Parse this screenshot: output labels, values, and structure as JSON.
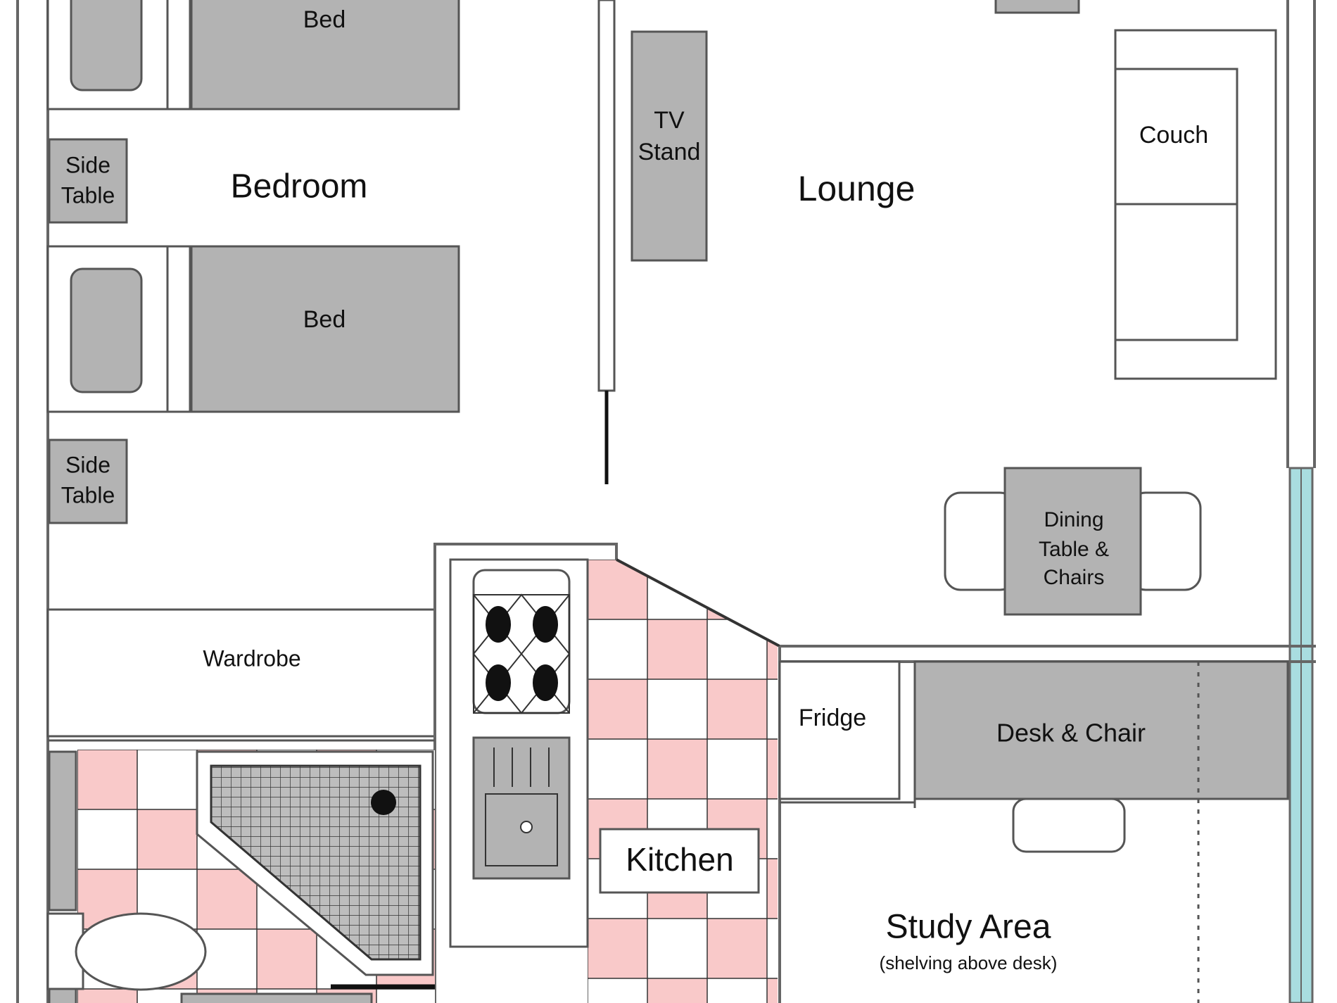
{
  "rooms": {
    "bedroom": "Bedroom",
    "lounge": "Lounge",
    "kitchen": "Kitchen",
    "study": "Study Area",
    "study_note": "(shelving above desk)"
  },
  "furniture": {
    "bed_top": "Bed",
    "bed_bottom": "Bed",
    "side_table_top": [
      "Side",
      "Table"
    ],
    "side_table_bottom": [
      "Side",
      "Table"
    ],
    "tv_stand": [
      "TV",
      "Stand"
    ],
    "couch": "Couch",
    "dining": [
      "Dining",
      "Table &",
      "Chairs"
    ],
    "wardrobe": "Wardrobe",
    "fridge": "Fridge",
    "desk": "Desk & Chair"
  },
  "colors": {
    "furniture_fill": "#b3b3b3",
    "tile_pink": "#f9c9c9",
    "window_blue": "#a9dde0",
    "outline": "#666666"
  }
}
